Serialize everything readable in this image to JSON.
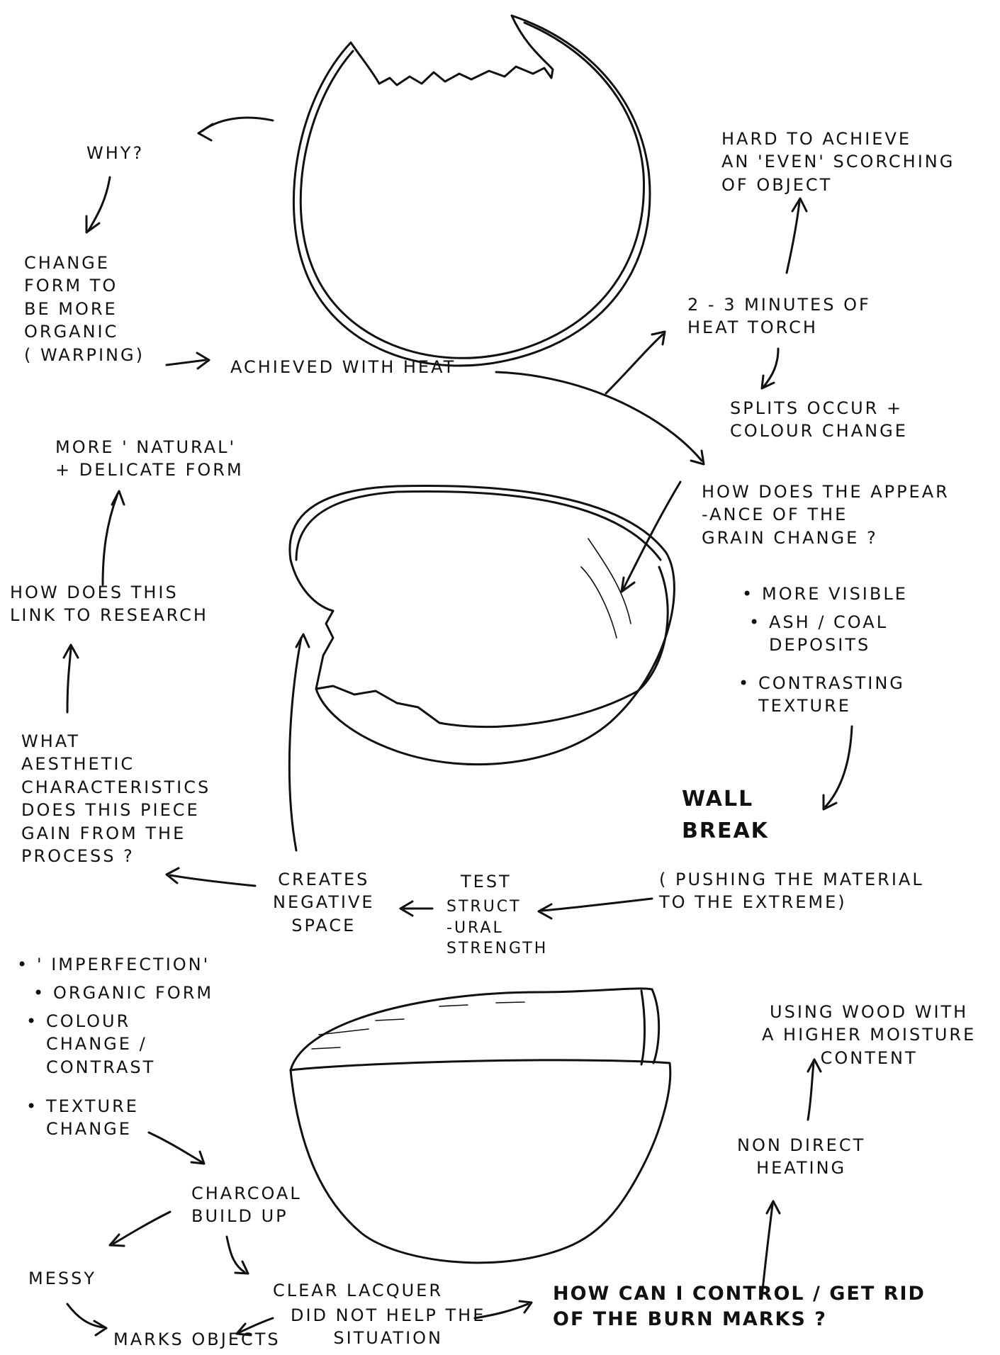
{
  "notes": {
    "why": "WHY?",
    "change_form": "CHANGE\nFORM TO\nBE MORE\nORGANIC\n( WARPING)",
    "achieved_heat": "ACHIEVED WITH HEAT",
    "hard_achieve": "HARD TO ACHIEVE\nAN 'EVEN' SCORCHING\nOF OBJECT",
    "minutes_torch": "2 - 3 MINUTES OF\nHEAT TORCH",
    "splits": "SPLITS OCCUR +\nCOLOUR CHANGE",
    "more_natural": "MORE ' NATURAL'\n+ DELICATE FORM",
    "grain_change": "HOW DOES THE APPEAR\n-ANCE OF THE\nGRAIN CHANGE ?",
    "link_research": "HOW DOES THIS\nLINK TO RESEARCH",
    "more_visible": "MORE VISIBLE",
    "ash_coal": "ASH / COAL\nDEPOSITS",
    "contrasting": "CONTRASTING\nTEXTURE",
    "aesthetic": "WHAT\nAESTHETIC\nCHARACTERISTICS\nDOES THIS PIECE\nGAIN FROM THE\nPROCESS ?",
    "wall_break": "WALL\nBREAK",
    "pushing": "( PUSHING THE MATERIAL\nTO THE EXTREME)",
    "creates_negative": "CREATES\nNEGATIVE\nSPACE",
    "test_struct": "TEST",
    "structural_strength": "STRUCT\n-URAL\nSTRENGTH",
    "imperfection": "' IMPERFECTION'",
    "organic_form": "ORGANIC FORM",
    "colour_change": "COLOUR\nCHANGE /\nCONTRAST",
    "texture_change": "TEXTURE\nCHANGE",
    "using_wood": "USING WOOD WITH\nA HIGHER MOISTURE\nCONTENT",
    "non_direct": "NON DIRECT\nHEATING",
    "charcoal": "CHARCOAL\nBUILD UP",
    "messy": "MESSY",
    "clear_lacquer": "CLEAR LACQUER",
    "did_not_help": "DID NOT HELP THE\nSITUATION",
    "marks_objects": "MARKS OBJECTS",
    "control_burn": "HOW CAN I CONTROL / GET RID\nOF THE BURN MARKS ?"
  }
}
